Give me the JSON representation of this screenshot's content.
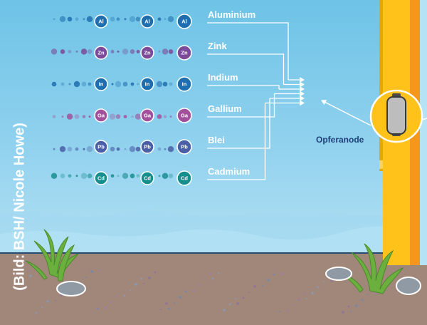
{
  "metals": [
    {
      "name": "Aluminium",
      "symbol": "Al",
      "color": "#1f6fb0"
    },
    {
      "name": "Zink",
      "symbol": "Zn",
      "color": "#7b4a98"
    },
    {
      "name": "Indium",
      "symbol": "In",
      "color": "#1f6fb0"
    },
    {
      "name": "Gallium",
      "symbol": "Ga",
      "color": "#a2509c"
    },
    {
      "name": "Blei",
      "symbol": "Pb",
      "color": "#4a5fa6"
    },
    {
      "name": "Cadmium",
      "symbol": "Cd",
      "color": "#178e8e"
    }
  ],
  "anode_label": "Opferanode",
  "credit": "(Bild: BSH/ Nicole Howe)",
  "colors": {
    "water_top": "#6ec3e6",
    "water_bottom": "#a9dcf2",
    "seabed": "#a1867a",
    "pillar": "#ffc21a",
    "pillar_stripe": "#f5961d",
    "seaweed": "#6bb03f"
  },
  "icons": [
    "seaweed-icon",
    "rock-icon",
    "anode-icon",
    "arrow-icon"
  ]
}
